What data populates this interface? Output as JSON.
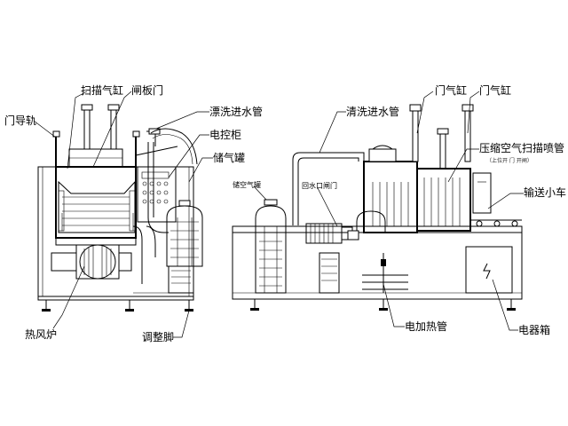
{
  "labels": {
    "door_rail": "门导轨",
    "scan_cylinder": "扫描气缸",
    "gate_door": "闸板门",
    "rinse_inlet_pipe_left": "漂洗进水管",
    "control_cabinet": "电控柜",
    "air_tank": "储气罐",
    "heat_blower": "热风炉",
    "adjust_foot": "调整脚",
    "rinse_inlet_pipe_right": "清洗进水管",
    "door_cylinder_1": "门气缸",
    "door_cylinder_2": "门气缸",
    "compressed_air_nozzle": "压缩空气扫描喷管",
    "conveyor_cart": "输送小车",
    "heating_pipe": "电加热管",
    "electric_box": "电器箱",
    "small_air_tank": "储空气罐",
    "return_valve": "回水口闸门",
    "small_note": "（上位开 门 开闸）"
  }
}
